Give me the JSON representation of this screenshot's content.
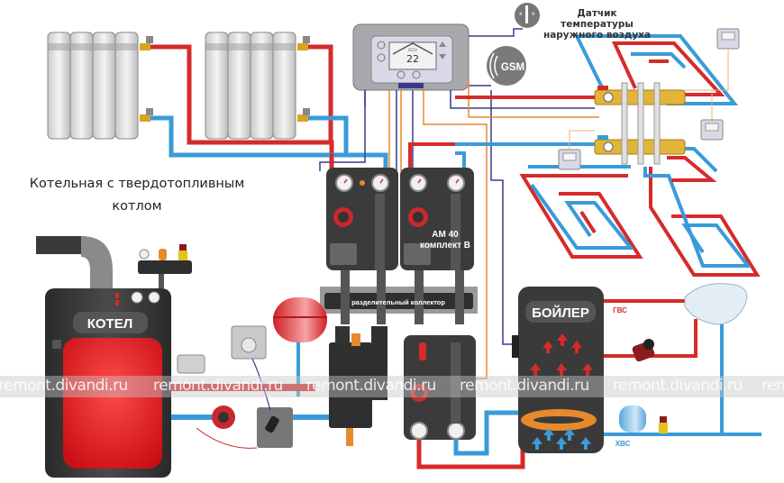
{
  "diagram": {
    "title_line1": "Котельная с твердотопливным",
    "title_line2": "котлом",
    "outdoor_sensor_label_line1": "Датчик температуры",
    "outdoor_sensor_label_line2": "наружного воздуха",
    "gsm_label": "GSM",
    "controller_display_value": "22",
    "controller_mode": "ECO",
    "pump_group_label_line1": "AM 40",
    "pump_group_label_line2": "комплект B",
    "collector_label": "разделительный коллектор",
    "boiler_label": "КОТЕЛ",
    "tank_label": "БОЙЛЕР",
    "hot_water_label": "ГВС",
    "cold_water_label": "ХВС",
    "watermark": "remont.divandi.ru",
    "colors": {
      "supply_hot": "#d62b2b",
      "return_cold": "#3a9bd9",
      "signal_wire": "#e8892c",
      "control_wire": "#3a3a8c",
      "equipment_dark": "#3a3a3a"
    }
  }
}
